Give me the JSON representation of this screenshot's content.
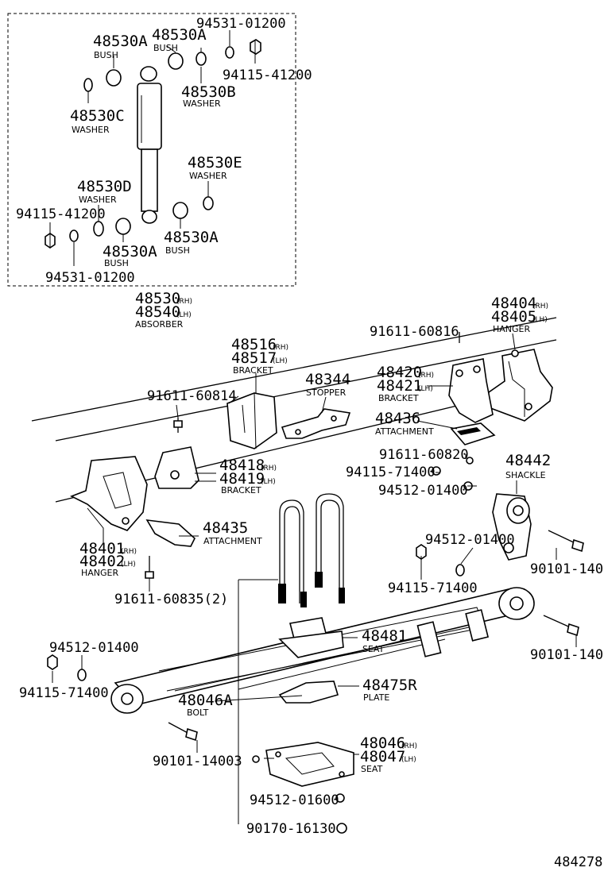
{
  "labels": {
    "p94531_top": "94531-01200",
    "p48530A_1": "48530A",
    "p48530A_2": "48530A",
    "bush_1": "BUSH",
    "bush_2": "BUSH",
    "p94115_41200_top": "94115-41200",
    "p48530B": "48530B",
    "washer_b": "WASHER",
    "p48530C": "48530C",
    "washer_c": "WASHER",
    "p48530E": "48530E",
    "washer_e": "WASHER",
    "p48530D": "48530D",
    "washer_d": "WASHER",
    "p94115_41200_left": "94115-41200",
    "p48530A_3": "48530A",
    "bush_3": "BUSH",
    "p48530A_4": "48530A",
    "bush_4": "BUSH",
    "p94531_bottom": "94531-01200",
    "p48530": "48530",
    "p48530_side": "(RH)",
    "p48540": "48540",
    "p48540_side": "(LH)",
    "absorber": "ABSORBER",
    "p48404": "48404",
    "p48404_side": "(RH)",
    "p48405": "48405",
    "p48405_side": "(LH)",
    "hanger_rear": "HANGER",
    "p91611_60816": "91611-60816",
    "p48516": "48516",
    "p48516_side": "(RH)",
    "p48517": "48517",
    "p48517_side": "(LH)",
    "bracket_top": "BRACKET",
    "p48344": "48344",
    "stopper": "STOPPER",
    "p48420": "48420",
    "p48420_side": "(RH)",
    "p48421": "48421",
    "p48421_side": "(LH)",
    "bracket_rear": "BRACKET",
    "p91611_60814": "91611-60814",
    "p48436": "48436",
    "attachment_rear": "ATTACHMENT",
    "p91611_60820": "91611-60820",
    "p48442": "48442",
    "shackle": "SHACKLE",
    "p94115_71400_mid": "94115-71400",
    "p94512_01400_mid": "94512-01400",
    "p48418": "48418",
    "p48418_side": "(RH)",
    "p48419": "48419",
    "p48419_side": "(LH)",
    "bracket_front": "BRACKET",
    "p48435": "48435",
    "attachment_front": "ATTACHMENT",
    "p48401": "48401",
    "p48401_side": "(RH)",
    "p48402": "48402",
    "p48402_side": "(LH)",
    "hanger_front": "HANGER",
    "p94512_01400_right": "94512-01400",
    "p90101_140_upper": "90101-140",
    "p94115_71400_right": "94115-71400",
    "p91611_60835": "91611-60835(2)",
    "p48481": "48481",
    "seat_481": "SEAT",
    "p94512_01400_left": "94512-01400",
    "p90101_140_lower": "90101-140",
    "p94115_71400_left": "94115-71400",
    "p48046A": "48046A",
    "bolt": "BOLT",
    "p48475R": "48475R",
    "plate": "PLATE",
    "p90101_14003": "90101-14003",
    "p48046": "48046",
    "p48046_side": "(RH)",
    "p48047": "48047",
    "p48047_side": "(LH)",
    "seat_046": "SEAT",
    "p94512_01600": "94512-01600",
    "p90170_16130": "90170-16130",
    "figure_id": "484278"
  }
}
